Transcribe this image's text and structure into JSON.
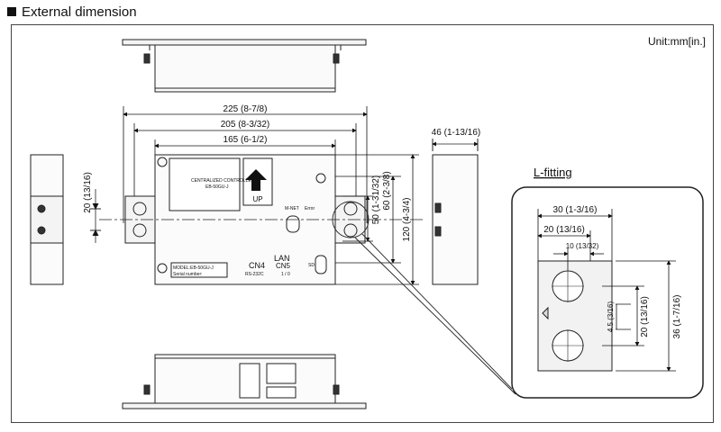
{
  "header": {
    "title": "External dimension"
  },
  "unit": "Unit:mm[in.]",
  "dimensions": {
    "w225": "225 (8-7/8)",
    "w205": "205 (8-3/32)",
    "w165": "165 (6-1/2)",
    "h20": "20 (13/16)",
    "h50": "50 (1-31/32)",
    "h60": "60 (2-3/8)",
    "h120": "120 (4-3/4)",
    "d46": "46 (1-13/16)"
  },
  "lfitting": {
    "title": "L-fitting",
    "d30": "30 (1-3/16)",
    "d20w": "20 (13/16)",
    "d10": "10 (13/32)",
    "d45": "4.5 (3/16)",
    "d20h": "20 (13/16)",
    "d36": "36 (1-7/16)"
  },
  "device": {
    "up": "UP",
    "name": "CENTRALIZED CONTROLLER",
    "model": "EB-50GU-J",
    "mnet": "M-NET",
    "error": "Error",
    "cn4": "CN4",
    "cn4sub": "RS-232C",
    "lan": "LAN",
    "cn5": "CN5",
    "cn5sub": "1 / 0",
    "sd": "SD",
    "plate1": "MODEL:EB-50GU-J",
    "plate2": "Serial number:"
  }
}
